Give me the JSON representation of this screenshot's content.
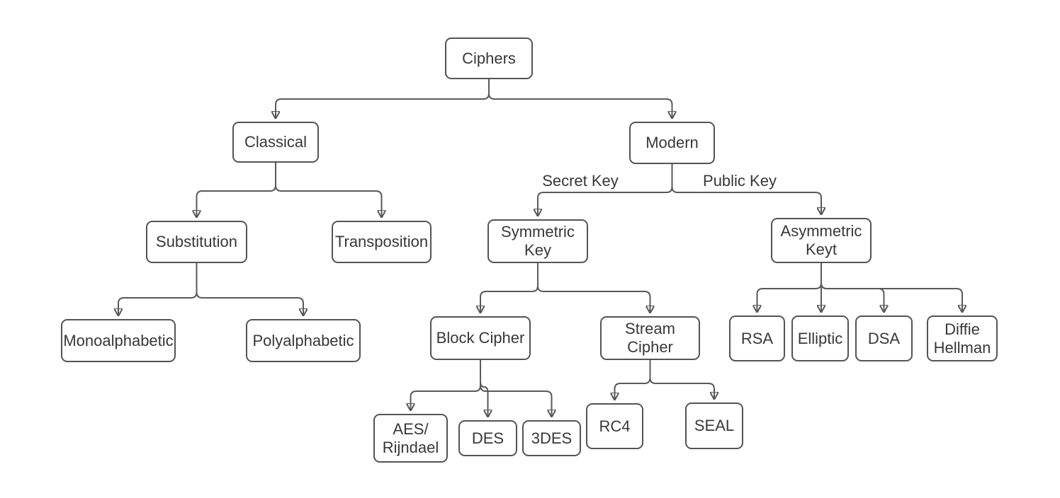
{
  "diagram_type": "flowchart-tree",
  "colors": {
    "node_border": "#545454",
    "connector": "#595959",
    "text": "#383838",
    "background": "#ffffff"
  },
  "nodes": {
    "ciphers": {
      "label": "Ciphers"
    },
    "classical": {
      "label": "Classical"
    },
    "modern": {
      "label": "Modern"
    },
    "substitution": {
      "label": "Substitution"
    },
    "transposition": {
      "label": "Transposition"
    },
    "symmetric_key": {
      "label": "Symmetric\nKey"
    },
    "asymmetric_keyt": {
      "label": "Asymmetric\nKeyt"
    },
    "monoalphabetic": {
      "label": "Monoalphabetic"
    },
    "polyalphabetic": {
      "label": "Polyalphabetic"
    },
    "block_cipher": {
      "label": "Block Cipher"
    },
    "stream_cipher": {
      "label": "Stream\nCipher"
    },
    "rsa": {
      "label": "RSA"
    },
    "elliptic": {
      "label": "Elliptic"
    },
    "dsa": {
      "label": "DSA"
    },
    "diffie_hellman": {
      "label": "Diffie\nHellman"
    },
    "aes_rijndael": {
      "label": "AES/\nRijndael"
    },
    "des": {
      "label": "DES"
    },
    "tdes": {
      "label": "3DES"
    },
    "rc4": {
      "label": "RC4"
    },
    "seal": {
      "label": "SEAL"
    }
  },
  "edge_labels": {
    "secret_key": "Secret Key",
    "public_key": "Public Key"
  },
  "edges": [
    {
      "from": "Ciphers",
      "to": "Classical"
    },
    {
      "from": "Ciphers",
      "to": "Modern"
    },
    {
      "from": "Classical",
      "to": "Substitution"
    },
    {
      "from": "Classical",
      "to": "Transposition"
    },
    {
      "from": "Substitution",
      "to": "Monoalphabetic"
    },
    {
      "from": "Substitution",
      "to": "Polyalphabetic"
    },
    {
      "from": "Modern",
      "to": "Symmetric Key",
      "label": "Secret Key"
    },
    {
      "from": "Modern",
      "to": "Asymmetric Keyt",
      "label": "Public Key"
    },
    {
      "from": "Symmetric Key",
      "to": "Block Cipher"
    },
    {
      "from": "Symmetric Key",
      "to": "Stream Cipher"
    },
    {
      "from": "Block Cipher",
      "to": "AES/Rijndael"
    },
    {
      "from": "Block Cipher",
      "to": "DES"
    },
    {
      "from": "Block Cipher",
      "to": "3DES"
    },
    {
      "from": "Stream Cipher",
      "to": "RC4"
    },
    {
      "from": "Stream Cipher",
      "to": "SEAL"
    },
    {
      "from": "Asymmetric Keyt",
      "to": "RSA"
    },
    {
      "from": "Asymmetric Keyt",
      "to": "Elliptic"
    },
    {
      "from": "Asymmetric Keyt",
      "to": "DSA"
    },
    {
      "from": "Asymmetric Keyt",
      "to": "Diffie Hellman"
    }
  ]
}
